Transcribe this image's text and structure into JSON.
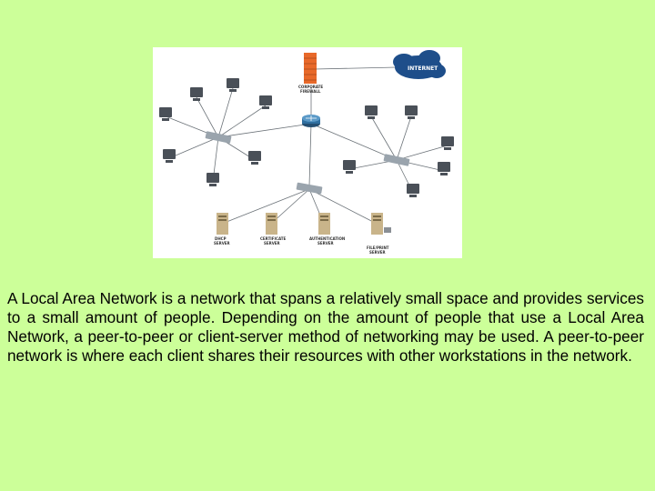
{
  "diagram": {
    "labels": {
      "internet": "INTERNET",
      "firewall": [
        "CORPORATE",
        "FIREWALL"
      ],
      "servers": [
        [
          "DHCP",
          "SERVER"
        ],
        [
          "CERTIFICATE",
          "SERVER"
        ],
        [
          "AUTHENTICATION",
          "SERVER"
        ],
        [
          "FILE/PRINT",
          "SERVER"
        ]
      ]
    },
    "colors": {
      "firewall": "#e8692a",
      "cloud": "#1e4e8a",
      "router": "#2f6fa0",
      "server": "#c9b48a",
      "switch": "#9aa4ad"
    }
  },
  "text": {
    "paragraph": "A Local Area Network is a network that spans a relatively small space and provides services to a small amount of people. Depending on the amount of people that use a Local Area Network, a peer-to-peer or client-server method of networking may be used. A peer-to-peer network is where each client shares their resources with other workstations in the network."
  }
}
